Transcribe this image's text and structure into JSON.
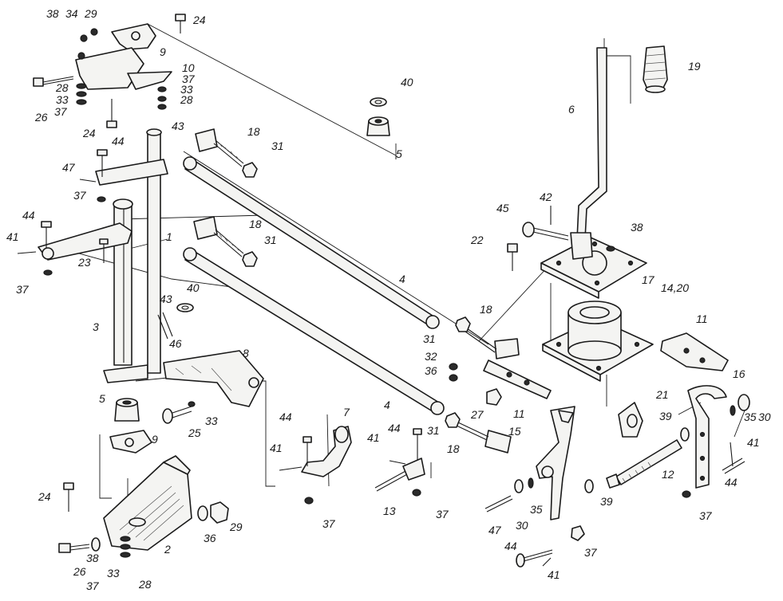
{
  "callouts": [
    {
      "id": "c38a",
      "text": "38"
    },
    {
      "id": "c34",
      "text": "34"
    },
    {
      "id": "c29a",
      "text": "29"
    },
    {
      "id": "c24a",
      "text": "24"
    },
    {
      "id": "c9a",
      "text": "9"
    },
    {
      "id": "c10",
      "text": "10"
    },
    {
      "id": "c37a",
      "text": "37"
    },
    {
      "id": "c33a",
      "text": "33"
    },
    {
      "id": "c28a",
      "text": "28"
    },
    {
      "id": "c28b",
      "text": "28"
    },
    {
      "id": "c33b",
      "text": "33"
    },
    {
      "id": "c37b",
      "text": "37"
    },
    {
      "id": "c26a",
      "text": "26"
    },
    {
      "id": "c24b",
      "text": "24"
    },
    {
      "id": "c43a",
      "text": "43"
    },
    {
      "id": "c44a",
      "text": "44"
    },
    {
      "id": "c47a",
      "text": "47"
    },
    {
      "id": "c37c",
      "text": "37"
    },
    {
      "id": "c44b",
      "text": "44"
    },
    {
      "id": "c41a",
      "text": "41"
    },
    {
      "id": "c23",
      "text": "23"
    },
    {
      "id": "c1",
      "text": "1"
    },
    {
      "id": "c37d",
      "text": "37"
    },
    {
      "id": "c3",
      "text": "3"
    },
    {
      "id": "c43b",
      "text": "43"
    },
    {
      "id": "c40b",
      "text": "40"
    },
    {
      "id": "c46",
      "text": "46"
    },
    {
      "id": "c5b",
      "text": "5"
    },
    {
      "id": "c9b",
      "text": "9"
    },
    {
      "id": "c24c",
      "text": "24"
    },
    {
      "id": "c29b",
      "text": "29"
    },
    {
      "id": "c36a",
      "text": "36"
    },
    {
      "id": "c38b",
      "text": "38"
    },
    {
      "id": "c26b",
      "text": "26"
    },
    {
      "id": "c37e",
      "text": "37"
    },
    {
      "id": "c33c",
      "text": "33"
    },
    {
      "id": "c28c",
      "text": "28"
    },
    {
      "id": "c2",
      "text": "2"
    },
    {
      "id": "c25",
      "text": "25"
    },
    {
      "id": "c33d",
      "text": "33"
    },
    {
      "id": "c8",
      "text": "8"
    },
    {
      "id": "c18a",
      "text": "18"
    },
    {
      "id": "c31a",
      "text": "31"
    },
    {
      "id": "c18b",
      "text": "18"
    },
    {
      "id": "c31b",
      "text": "31"
    },
    {
      "id": "c40a",
      "text": "40"
    },
    {
      "id": "c5a",
      "text": "5"
    },
    {
      "id": "c4a",
      "text": "4"
    },
    {
      "id": "c31c",
      "text": "31"
    },
    {
      "id": "c18c",
      "text": "18"
    },
    {
      "id": "c4b",
      "text": "4"
    },
    {
      "id": "c32",
      "text": "32"
    },
    {
      "id": "c36b",
      "text": "36"
    },
    {
      "id": "c27",
      "text": "27"
    },
    {
      "id": "c11a",
      "text": "11"
    },
    {
      "id": "c31d",
      "text": "31"
    },
    {
      "id": "c18d",
      "text": "18"
    },
    {
      "id": "c44c",
      "text": "44"
    },
    {
      "id": "c7",
      "text": "7"
    },
    {
      "id": "c41b",
      "text": "41"
    },
    {
      "id": "c37f",
      "text": "37"
    },
    {
      "id": "c44d",
      "text": "44"
    },
    {
      "id": "c41c",
      "text": "41"
    },
    {
      "id": "c13",
      "text": "13"
    },
    {
      "id": "c37g",
      "text": "37"
    },
    {
      "id": "c19",
      "text": "19"
    },
    {
      "id": "c6",
      "text": "6"
    },
    {
      "id": "c42",
      "text": "42"
    },
    {
      "id": "c45",
      "text": "45"
    },
    {
      "id": "c38c",
      "text": "38"
    },
    {
      "id": "c22",
      "text": "22"
    },
    {
      "id": "c17",
      "text": "17"
    },
    {
      "id": "c1420",
      "text": "14,20"
    },
    {
      "id": "c11b",
      "text": "11"
    },
    {
      "id": "c16",
      "text": "16"
    },
    {
      "id": "c21",
      "text": "21"
    },
    {
      "id": "c15",
      "text": "15"
    },
    {
      "id": "c39a",
      "text": "39"
    },
    {
      "id": "c35a",
      "text": "35"
    },
    {
      "id": "c30a",
      "text": "30"
    },
    {
      "id": "c41d",
      "text": "41"
    },
    {
      "id": "c12",
      "text": "12"
    },
    {
      "id": "c44e",
      "text": "44"
    },
    {
      "id": "c39b",
      "text": "39"
    },
    {
      "id": "c37h",
      "text": "37"
    },
    {
      "id": "c47b",
      "text": "47"
    },
    {
      "id": "c30b",
      "text": "30"
    },
    {
      "id": "c35b",
      "text": "35"
    },
    {
      "id": "c37i",
      "text": "37"
    },
    {
      "id": "c44f",
      "text": "44"
    },
    {
      "id": "c41e",
      "text": "41"
    }
  ]
}
